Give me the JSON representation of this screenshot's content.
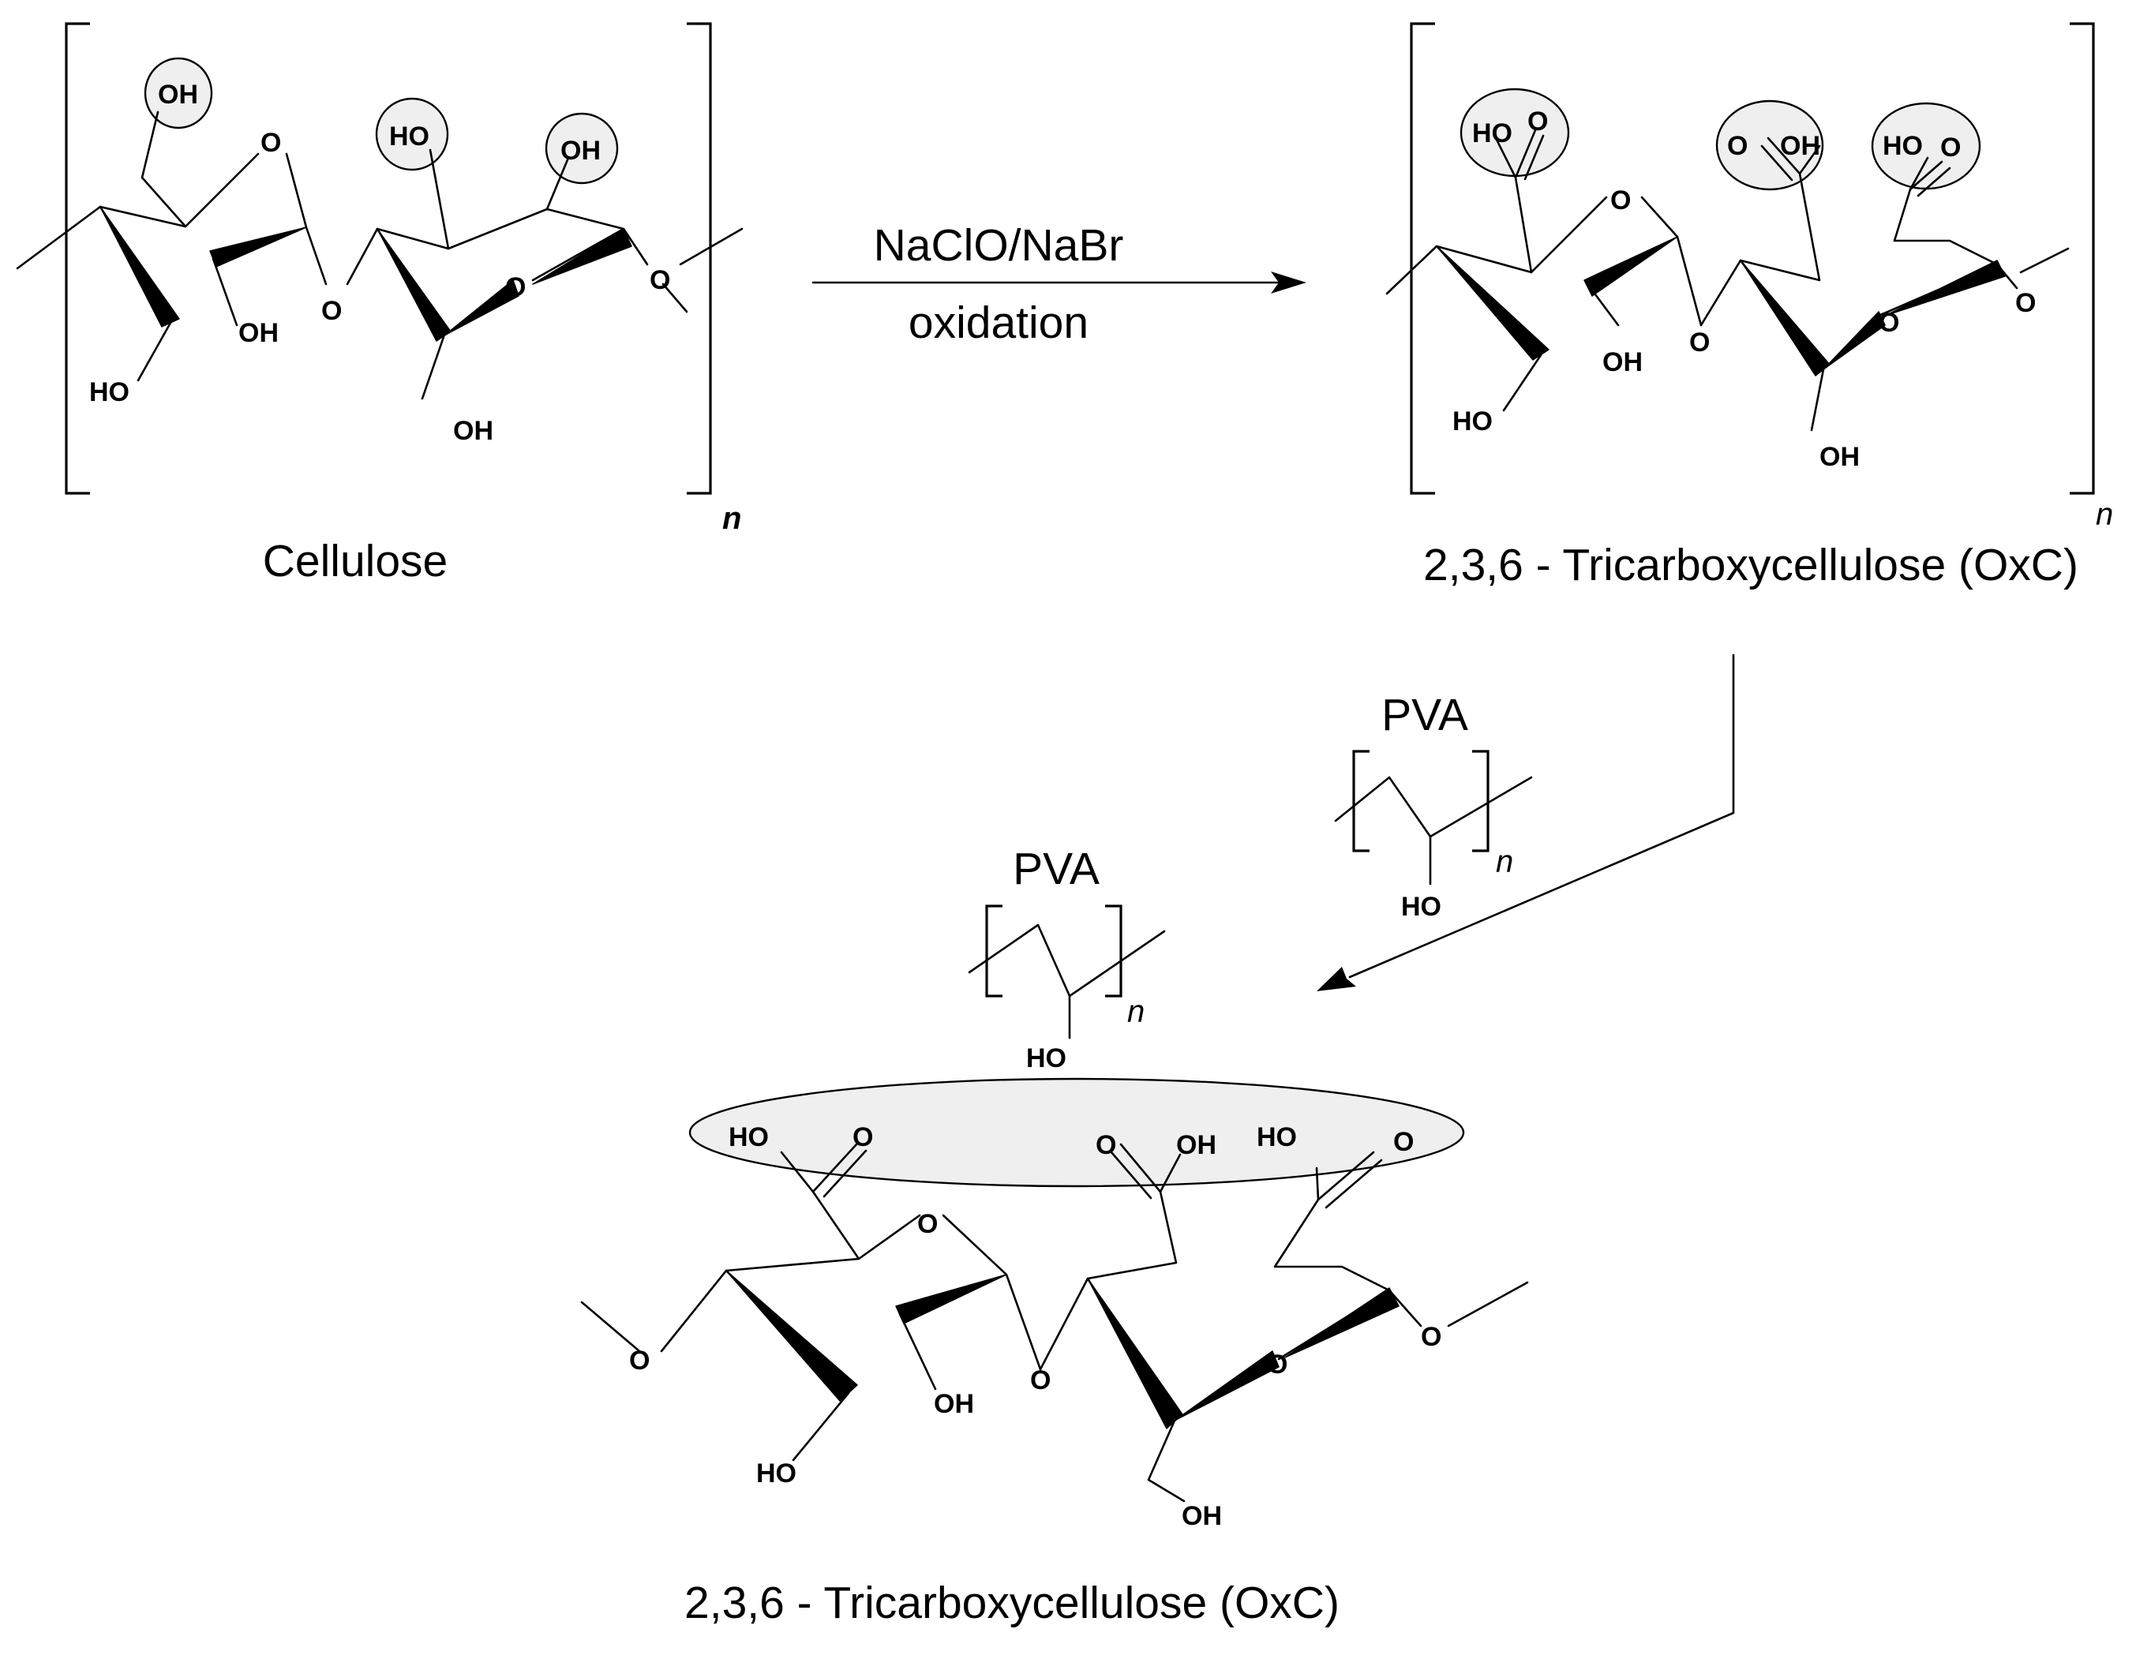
{
  "captions": {
    "cellulose": "Cellulose",
    "oxc_top": "2,3,6 - Tricarboxycellulose (OxC)",
    "oxc_bottom": "2,3,6 - Tricarboxycellulose (OxC)"
  },
  "reaction": {
    "reagent": "NaClO/NaBr",
    "condition": "oxidation"
  },
  "pva": {
    "label": "PVA",
    "hydroxyl": "HO",
    "repeat": "n"
  },
  "atoms": {
    "O": "O",
    "OH": "OH",
    "HO": "HO"
  },
  "repeat_index": "n",
  "colors": {
    "highlight_fill": "#efefef",
    "line": "#000000"
  }
}
